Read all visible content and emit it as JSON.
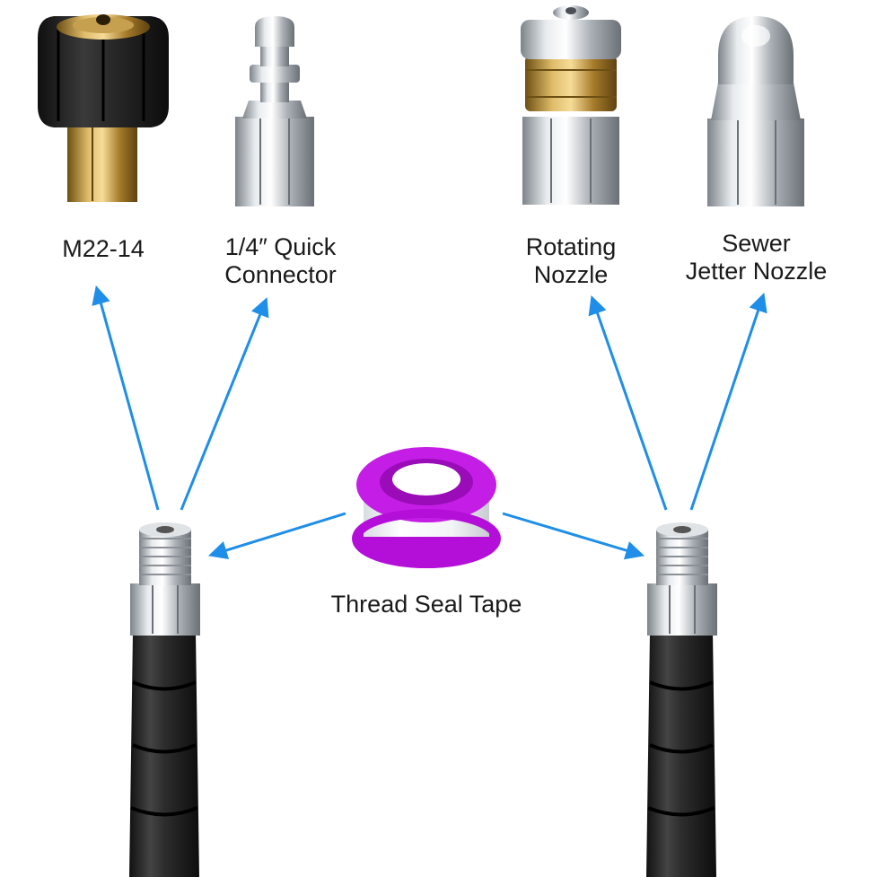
{
  "labels": {
    "m22": "M22-14",
    "quick_connector": [
      "1/4″ Quick",
      "Connector"
    ],
    "rotating_nozzle": [
      "Rotating",
      "Nozzle"
    ],
    "sewer_jetter": [
      "Sewer",
      "Jetter Nozzle"
    ],
    "thread_seal_tape": "Thread Seal Tape"
  },
  "icons": {
    "m22": "m22-14-fitting-icon",
    "quick_connector": "quick-connector-icon",
    "rotating_nozzle": "rotating-nozzle-icon",
    "sewer_jetter": "sewer-jetter-nozzle-icon",
    "tape": "thread-seal-tape-icon",
    "hose_left": "hose-end-icon",
    "hose_right": "hose-end-icon"
  },
  "colors": {
    "arrow": "#1e8ee8",
    "tape": "#b40fd8",
    "brass": "#b8903a",
    "steel": "#c7ccd1",
    "hose": "#1f1f1f"
  }
}
